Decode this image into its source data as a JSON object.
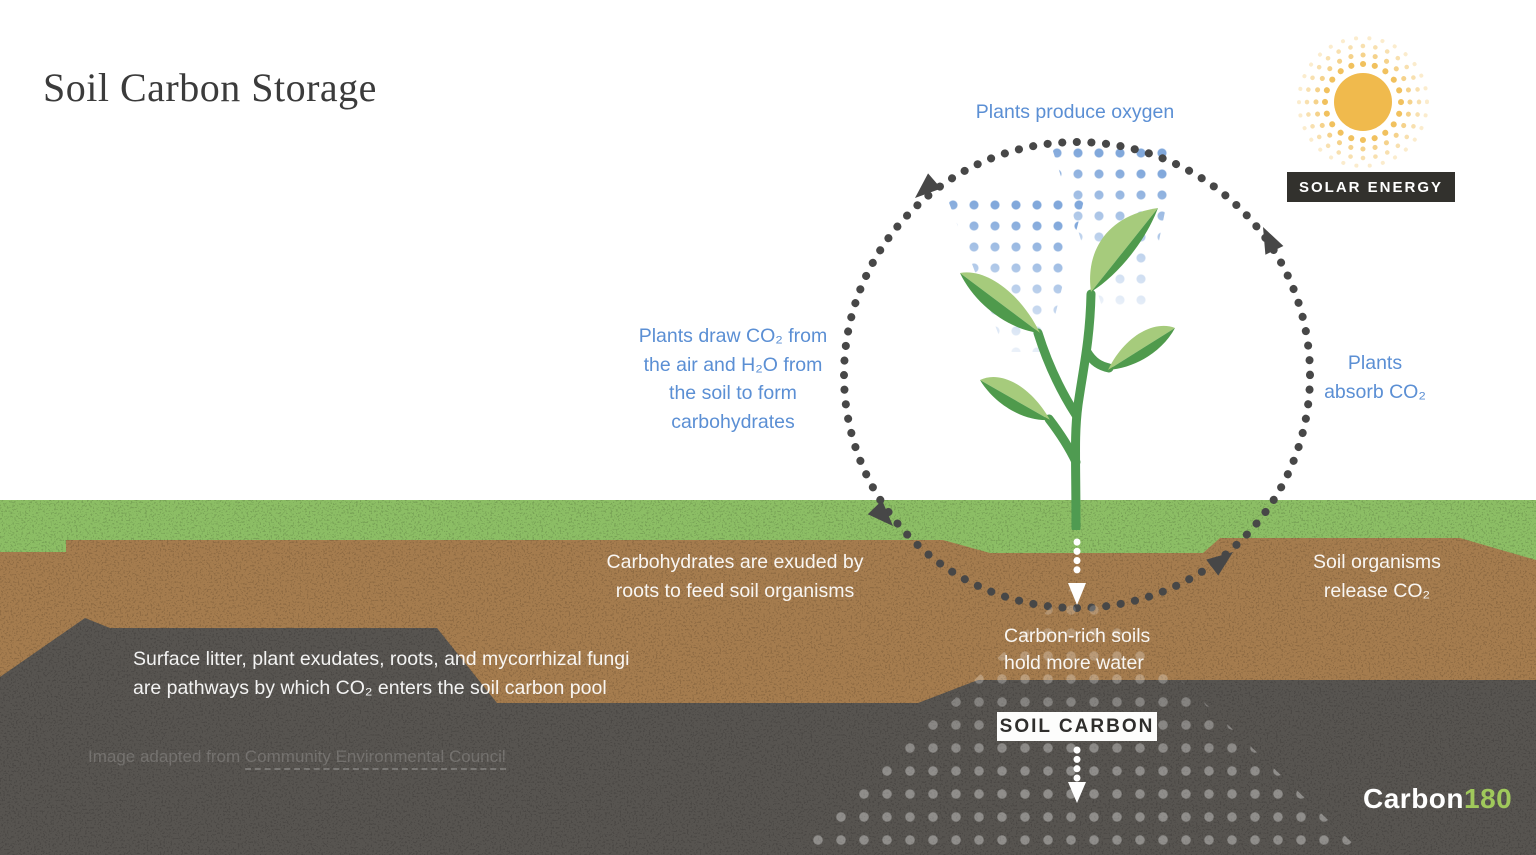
{
  "page": {
    "title": "Soil Carbon Storage"
  },
  "solar": {
    "badge": "SOLAR ENERGY"
  },
  "cycle": {
    "top_label": "Plants produce oxygen",
    "left_label_lines": [
      "Plants draw CO₂ from",
      "the air and H₂O from",
      "the soil to form",
      "carbohydrates"
    ],
    "right_label_lines": [
      "Plants",
      "absorb CO₂"
    ]
  },
  "soil": {
    "carbohydrates_lines": [
      "Carbohydrates are exuded by",
      "roots to feed soil organisms"
    ],
    "soil_organisms_lines": [
      "Soil organisms",
      "release CO₂"
    ],
    "surface_litter_lines": [
      "Surface litter, plant exudates, roots, and mycorrhizal fungi",
      "are pathways by which CO₂ enters the soil carbon pool"
    ],
    "carbon_rich_lines": [
      "Carbon-rich soils",
      "hold more water"
    ],
    "soil_carbon_badge": "SOIL CARBON"
  },
  "credit": {
    "prefix": "Image adapted from",
    "link_text": "Community Environmental Council"
  },
  "logo": {
    "text_white": "Carbon",
    "text_green": "180"
  },
  "colors": {
    "accent_blue": "#5b8fd4",
    "grass_green": "#8cbe65",
    "topsoil_brown": "#a57c4e",
    "subsoil_gray": "#575450",
    "sun_yellow": "#f0ba4d",
    "badge_dark": "#32312d",
    "soil_carbon_badge_bg": "#ffffff",
    "logo_green": "#a0c95b",
    "cycle_dot_gray": "#474747"
  }
}
